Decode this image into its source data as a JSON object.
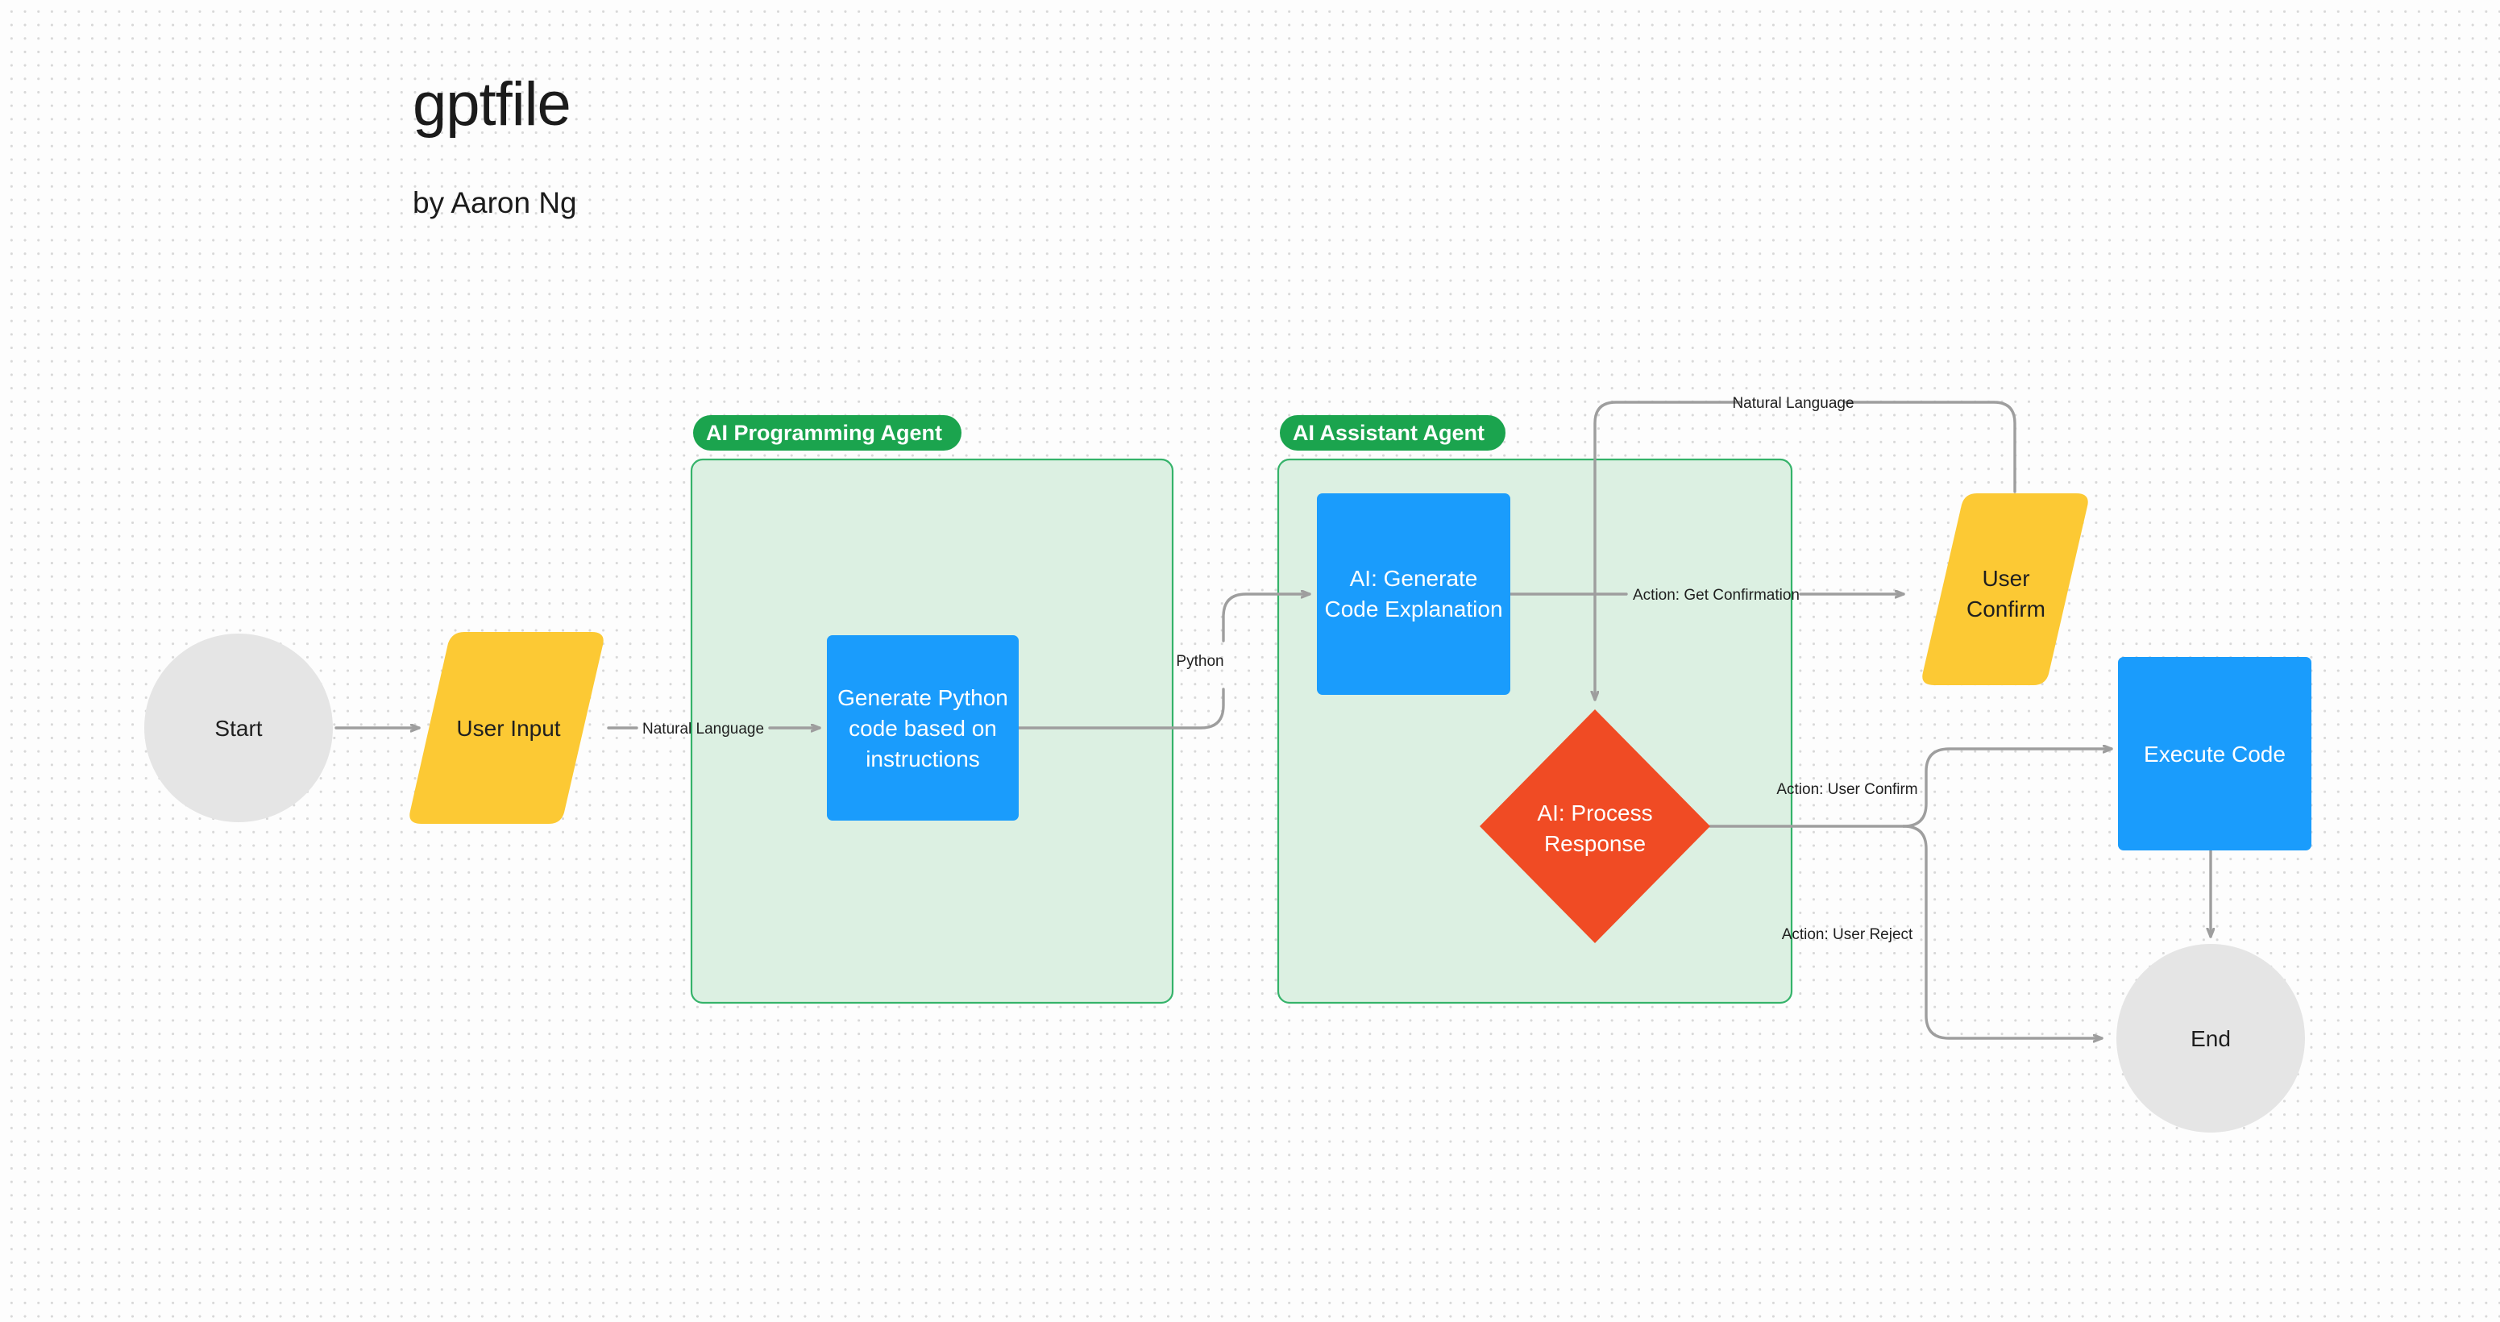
{
  "header": {
    "title": "gptfile",
    "subtitle": "by Aaron Ng"
  },
  "colors": {
    "blue": "#1a9cfc",
    "yellow": "#fcc934",
    "gray": "#e5e5e5",
    "red": "#f04b24",
    "group_fill": "#dcf0e2",
    "group_border": "#35b36a",
    "pill": "#1ba44e",
    "edge": "#9e9e9e"
  },
  "groups": [
    {
      "id": "programming",
      "label": "AI Programming Agent"
    },
    {
      "id": "assistant",
      "label": "AI Assistant Agent"
    }
  ],
  "nodes": [
    {
      "id": "start",
      "label": "Start",
      "shape": "circle"
    },
    {
      "id": "user-input",
      "label": "User Input",
      "shape": "parallelogram"
    },
    {
      "id": "generate-code",
      "label_lines": [
        "Generate Python",
        "code based on",
        "instructions"
      ],
      "shape": "rect"
    },
    {
      "id": "generate-explanation",
      "label_lines": [
        "AI: Generate",
        "Code Explanation"
      ],
      "shape": "rect"
    },
    {
      "id": "process-response",
      "label_lines": [
        "AI: Process",
        "Response"
      ],
      "shape": "diamond"
    },
    {
      "id": "user-confirm",
      "label_lines": [
        "User",
        "Confirm"
      ],
      "shape": "parallelogram"
    },
    {
      "id": "execute-code",
      "label": "Execute Code",
      "shape": "rect"
    },
    {
      "id": "end",
      "label": "End",
      "shape": "circle"
    }
  ],
  "edges": [
    {
      "id": "start-to-input",
      "label": ""
    },
    {
      "id": "input-to-generate",
      "label": "Natural Language"
    },
    {
      "id": "generate-to-explanation",
      "label": "Python"
    },
    {
      "id": "explanation-to-confirm",
      "label": "Action: Get Confirmation"
    },
    {
      "id": "confirm-to-process",
      "label": "Natural Language"
    },
    {
      "id": "process-to-execute",
      "label": "Action: User Confirm"
    },
    {
      "id": "process-to-end",
      "label": "Action: User Reject"
    },
    {
      "id": "execute-to-end",
      "label": ""
    }
  ]
}
